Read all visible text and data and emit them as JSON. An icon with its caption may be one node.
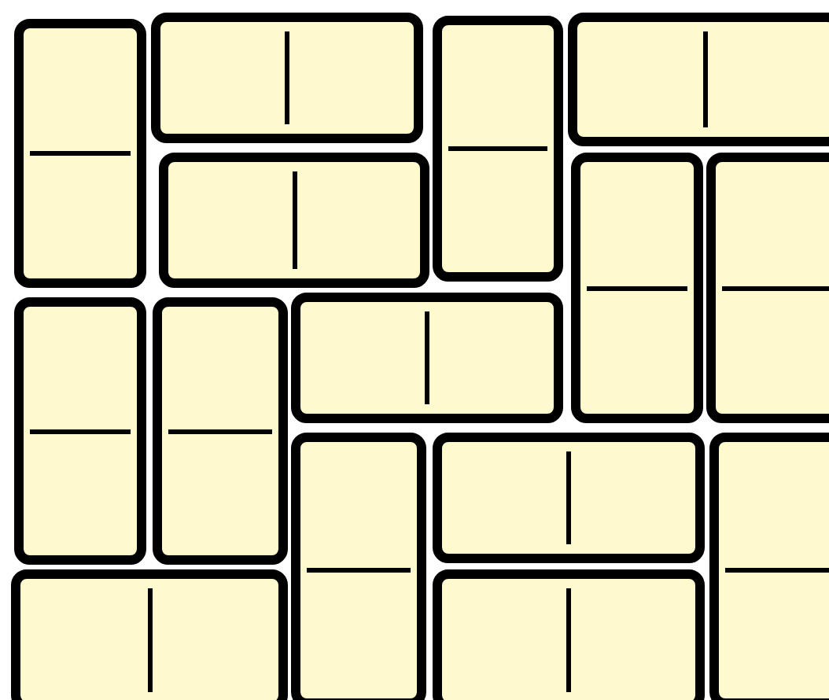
{
  "diagram": {
    "nodes": [
      {
        "text": [],
        "shape": "domino"
      },
      {
        "text": [],
        "shape": "domino"
      },
      {
        "text": [],
        "shape": "domino"
      },
      {
        "text": [],
        "shape": "domino"
      },
      {
        "text": [],
        "shape": "domino"
      },
      {
        "text": [],
        "shape": "domino"
      },
      {
        "text": [],
        "shape": "domino"
      },
      {
        "text": [],
        "shape": "domino"
      },
      {
        "text": [],
        "shape": "domino"
      },
      {
        "text": [],
        "shape": "domino"
      },
      {
        "text": [],
        "shape": "domino"
      },
      {
        "text": [],
        "shape": "domino"
      },
      {
        "text": [],
        "shape": "domino"
      },
      {
        "text": [],
        "shape": "domino"
      },
      {
        "text": [],
        "shape": "domino"
      }
    ]
  }
}
